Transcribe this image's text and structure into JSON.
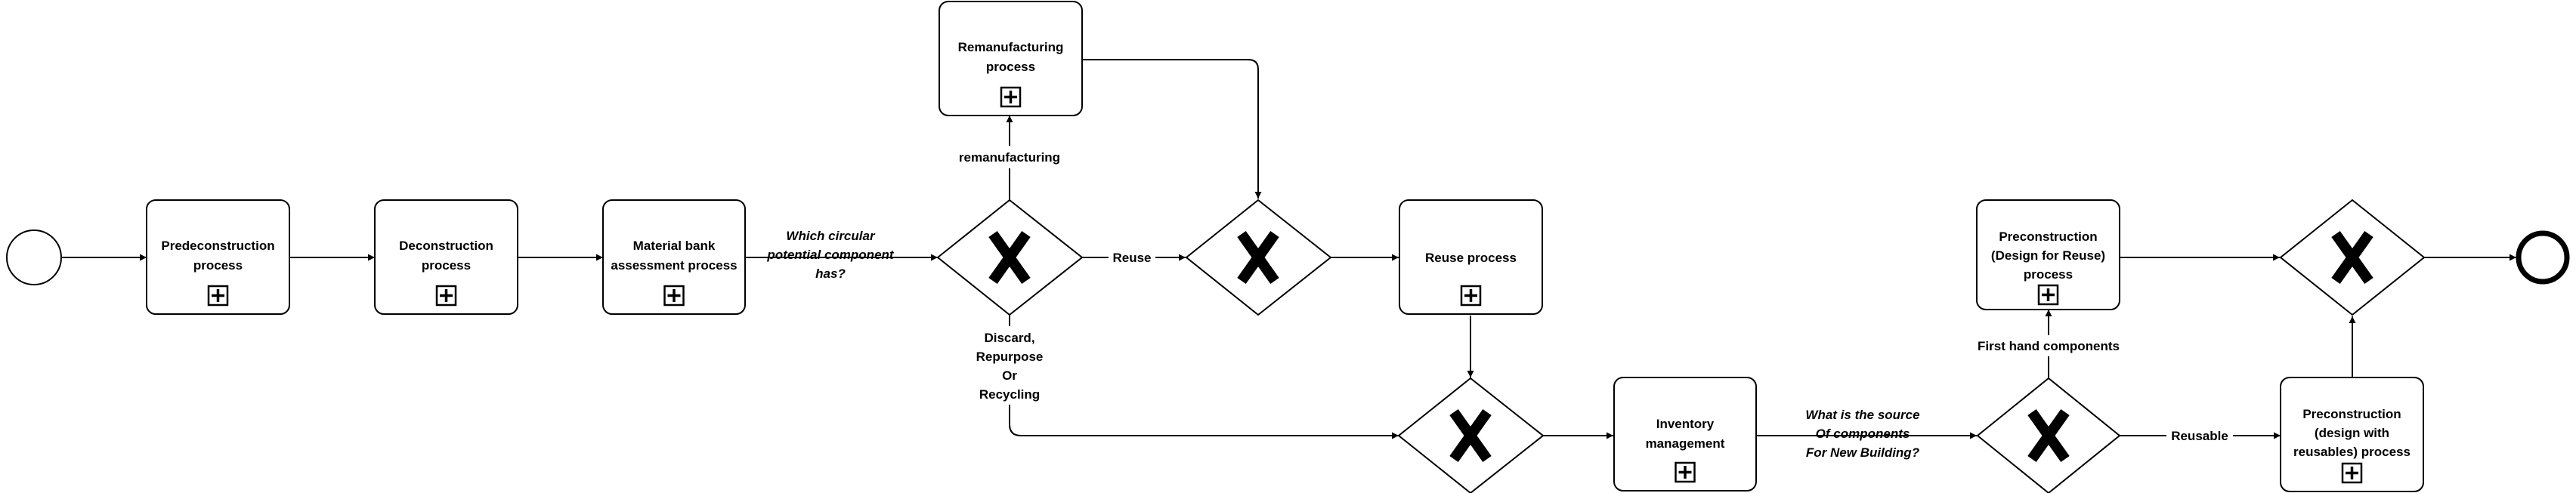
{
  "diagram": {
    "tasks": {
      "predeconstruction": [
        "Predeconstruction",
        "process"
      ],
      "deconstruction": [
        "Deconstruction",
        "process"
      ],
      "material_bank": [
        "Material bank",
        "assessment process"
      ],
      "remanufacturing": [
        "Remanufacturing",
        "process"
      ],
      "reuse": [
        "Reuse process"
      ],
      "inventory": [
        "Inventory",
        "management"
      ],
      "precon_design_reuse": [
        "Preconstruction",
        "(Design for Reuse)",
        "process"
      ],
      "precon_reusables": [
        "Preconstruction",
        "(design with",
        "reusables) process"
      ]
    },
    "questions": {
      "circular": [
        "Which circular",
        "potential component",
        "has?"
      ],
      "source": [
        "What is the source",
        "Of components",
        "For New Building?"
      ]
    },
    "flow_labels": {
      "remanufacturing": "remanufacturing",
      "reuse": "Reuse",
      "discard": [
        "Discard,",
        "Repurpose",
        "Or",
        "Recycling"
      ],
      "first_hand": "First hand components",
      "reusable": "Reusable"
    },
    "icons": {
      "subprocess_marker": "plus-icon",
      "gateway_marker": "x-icon"
    },
    "colors": {
      "stroke": "#000000",
      "fill": "#ffffff"
    }
  }
}
